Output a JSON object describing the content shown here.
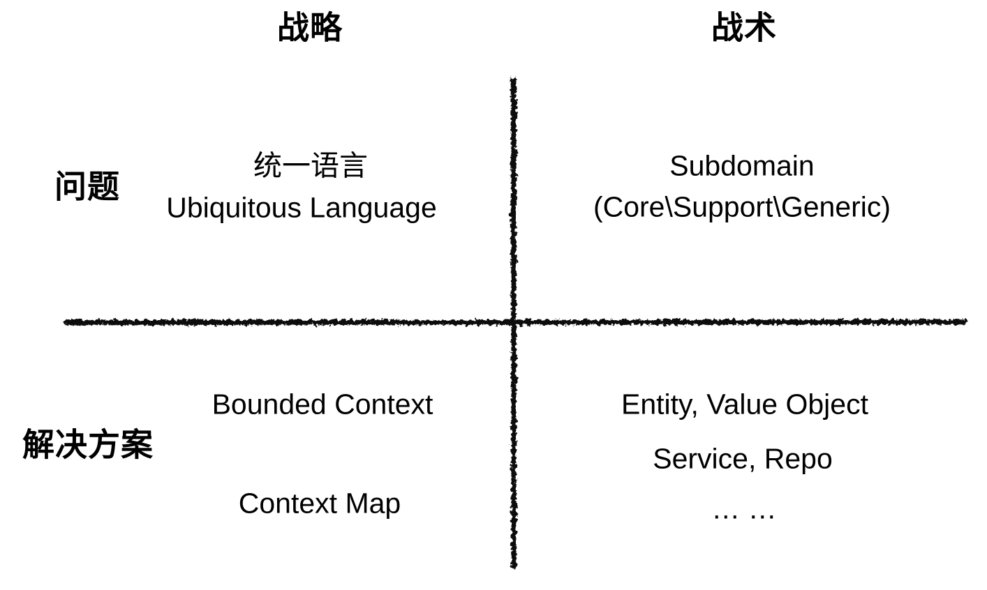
{
  "matrix": {
    "title_implicit": "DDD strategic vs tactical quadrant",
    "column_headers": [
      {
        "label": "战略"
      },
      {
        "label": "战术"
      }
    ],
    "row_headers": [
      {
        "label": "问题"
      },
      {
        "label": "解决方案"
      }
    ],
    "quadrants": {
      "top_left": {
        "lines": [
          "统一语言",
          "Ubiquitous Language"
        ]
      },
      "top_right": {
        "lines": [
          "Subdomain",
          "(Core\\Support\\Generic)"
        ]
      },
      "bottom_left": {
        "lines": [
          "Bounded Context",
          "Context Map"
        ]
      },
      "bottom_right": {
        "lines": [
          "Entity, Value Object",
          "Service, Repo",
          "… …"
        ]
      }
    },
    "colors": {
      "background": "#ffffff",
      "text": "#000000",
      "divider_line": "#0b0b0b"
    }
  }
}
